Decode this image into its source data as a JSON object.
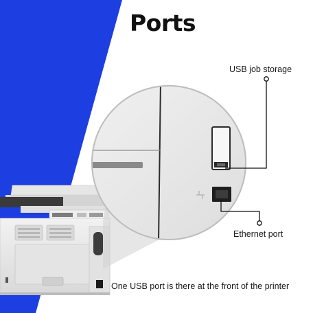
{
  "title": "Ports",
  "callouts": {
    "usb_label": "USB job storage",
    "ethernet_label": "Ethernet port"
  },
  "caption": "One USB port is there at the front of the printer",
  "colors": {
    "accent_blue": "#1d3ee0",
    "background": "#ffffff",
    "printer_body": "#e9e9e9",
    "text": "#1a1a1a"
  },
  "icons": [
    "network-port-icon"
  ]
}
